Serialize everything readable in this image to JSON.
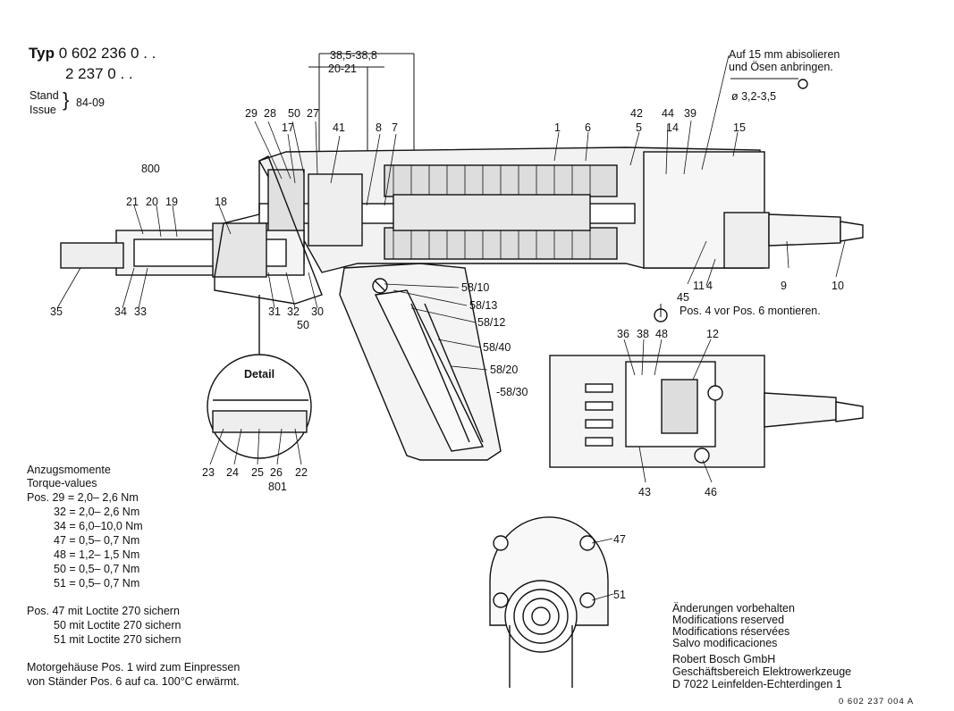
{
  "header": {
    "typ_label": "Typ",
    "typ_line1": "0 602 236 0 . .",
    "typ_line2": "2 237 0 . .",
    "stand_label": "Stand",
    "issue_label": "Issue",
    "stand_value": "84-09"
  },
  "dimensions": {
    "d1": "38,5-38,8",
    "d2": "20-21"
  },
  "strip_note": {
    "line1": "Auf 15 mm abisolieren",
    "line2": "und Ösen anbringen.",
    "dia": "ø 3,2-3,5"
  },
  "mount_note": "Pos. 4 vor Pos. 6 montieren.",
  "detail_label": "Detail",
  "callouts": {
    "c1": "1",
    "c4": "4",
    "c5": "5",
    "c6": "6",
    "c7": "7",
    "c8": "8",
    "c9": "9",
    "c10": "10",
    "c11": "11",
    "c12": "12",
    "c14": "14",
    "c15": "15",
    "c17": "17",
    "c18": "18",
    "c19": "19",
    "c20": "20",
    "c21": "21",
    "c22": "22",
    "c23": "23",
    "c24": "24",
    "c25": "25",
    "c26": "26",
    "c27": "27",
    "c28": "28",
    "c29": "29",
    "c30": "30",
    "c31": "31",
    "c32": "32",
    "c33": "33",
    "c34": "34",
    "c35": "35",
    "c36": "36",
    "c38": "38",
    "c39": "39",
    "c41": "41",
    "c42": "42",
    "c43": "43",
    "c44": "44",
    "c45": "45",
    "c46": "46",
    "c47": "47",
    "c48": "48",
    "c50a": "50",
    "c50b": "50",
    "c51": "51",
    "c800": "800",
    "c801": "801",
    "c58_10": "58/10",
    "c58_13": "58/13",
    "c58_12": "58/12",
    "c58_40": "58/40",
    "c58_20": "58/20",
    "c58_30": "-58/30"
  },
  "torque": {
    "title1": "Anzugsmomente",
    "title2": "Torque-values",
    "rows": [
      "Pos. 29 = 2,0–  2,6 Nm",
      "32 = 2,0–  2,6 Nm",
      "34 = 6,0–10,0 Nm",
      "47 = 0,5–  0,7 Nm",
      "48 = 1,2–  1,5 Nm",
      "50 = 0,5–  0,7 Nm",
      "51 = 0,5–  0,7 Nm"
    ]
  },
  "loctite": [
    "Pos. 47 mit Loctite 270 sichern",
    "50 mit Loctite 270 sichern",
    "51 mit Loctite 270 sichern"
  ],
  "motor_note": {
    "line1": "Motorgehäuse Pos. 1 wird zum Einpressen",
    "line2": "von Ständer Pos. 6 auf ca. 100°C erwärmt."
  },
  "changes": {
    "l1": "Änderungen vorbehalten",
    "l2": "Modifications reserved",
    "l3": "Modifications réservées",
    "l4": "Salvo modificaciones"
  },
  "company": {
    "l1": "Robert Bosch GmbH",
    "l2": "Geschäftsbereich Elektrowerkzeuge",
    "l3": "D 7022 Leinfelden-Echterdingen 1"
  },
  "drawing_number": "0 602 237 004 A"
}
